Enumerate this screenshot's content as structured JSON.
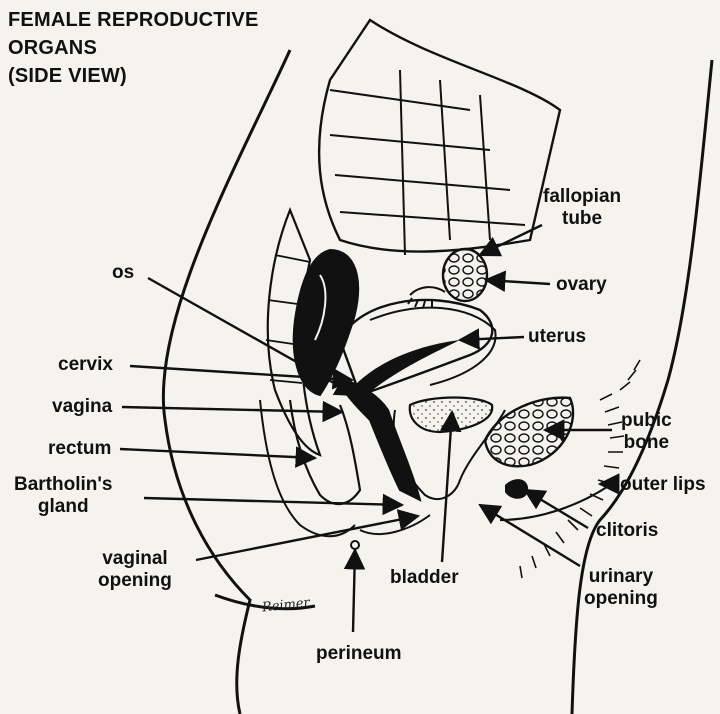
{
  "title_lines": [
    "FEMALE REPRODUCTIVE",
    "ORGANS",
    "(SIDE VIEW)"
  ],
  "signature": "Reimer",
  "labels": {
    "fallopian_tube": [
      "fallopian",
      "tube"
    ],
    "ovary": "ovary",
    "uterus": "uterus",
    "os": "os",
    "cervix": "cervix",
    "vagina": "vagina",
    "rectum": "rectum",
    "bartholins_gland": [
      "Bartholin's",
      "gland"
    ],
    "vaginal_opening": [
      "vaginal",
      "opening"
    ],
    "bladder": "bladder",
    "perineum": "perineum",
    "pubic_bone": [
      "pubic",
      "bone"
    ],
    "outer_lips": "outer lips",
    "clitoris": "clitoris",
    "urinary_opening": [
      "urinary",
      "opening"
    ]
  },
  "colors": {
    "ink": "#111111",
    "paper": "#f4f3ee"
  }
}
